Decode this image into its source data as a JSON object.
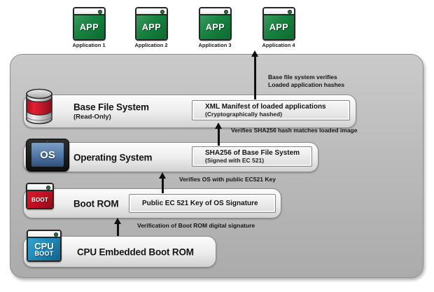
{
  "apps": [
    {
      "icon_text": "APP",
      "label": "Application 1"
    },
    {
      "icon_text": "APP",
      "label": "Application 2"
    },
    {
      "icon_text": "APP",
      "label": "Application 3"
    },
    {
      "icon_text": "APP",
      "label": "Application 4"
    }
  ],
  "rows": {
    "bfs": {
      "title": "Base File System",
      "subtitle": "(Read-Only)",
      "box_title": "XML Manifest of loaded applications",
      "box_subtitle": "(Cryptographically hashed)"
    },
    "os": {
      "title": "Operating System",
      "icon_text": "OS",
      "box_title": "SHA256 of Base File System",
      "box_subtitle": "(Signed with EC 521)"
    },
    "boot": {
      "title": "Boot ROM",
      "icon_text": "BOOT",
      "box_title": "Public EC 521 Key of OS Signature"
    },
    "cpu": {
      "title": "CPU Embedded Boot ROM",
      "icon_line1": "CPU",
      "icon_line2": "BOOT"
    }
  },
  "annotations": {
    "apps_arrow": "Base file system verifies\nLoaded application hashes",
    "sha_arrow": "Verifies SHA256 hash matches loaded image",
    "os_arrow": "Verifies OS with public EC521 Key",
    "boot_arrow": "Verification of Boot ROM digital signature"
  },
  "colors": {
    "app_green": "#1b7d3f",
    "boot_red": "#c01022",
    "cpu_blue": "#1f86b4",
    "os_screen_blue": "#4d77a6",
    "panel_gray": "#bcbbbb"
  }
}
